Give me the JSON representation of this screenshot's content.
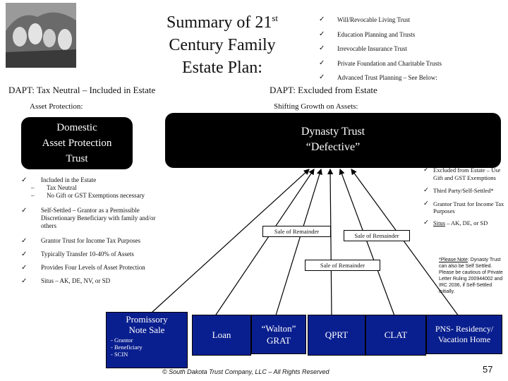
{
  "title": {
    "line1_prefix": "Summary of 21",
    "line1_sup": "st",
    "line2": "Century Family",
    "line3": "Estate Plan:"
  },
  "checklist": [
    "Will/Revocable Living Trust",
    "Education Planning and Trusts",
    "Irrevocable Insurance Trust",
    "Private Foundation and Charitable Trusts",
    "Advanced Trust Planning – See Below:"
  ],
  "dapt_header": "DAPT: Tax Neutral – Included in Estate",
  "excluded_header": "DAPT: Excluded from Estate",
  "asset_protection": "Asset Protection:",
  "shifting_growth": "Shifting Growth on Assets:",
  "domestic_box": {
    "line1": "Domestic",
    "line2": "Asset Protection",
    "line3": "Trust"
  },
  "dynasty_box": {
    "line1": "Dynasty Trust",
    "line2": "“Defective”"
  },
  "left_items": {
    "included": "Included in the Estate",
    "dash1": "Tax Neutral",
    "dash2": "No Gift or GST Exemptions necessary",
    "self_settled": "Self-Settled – Grantor as a Permissible Discretionary Beneficiary with family and/or others",
    "grantor_trust": "Grantor Trust for Income Tax Purposes",
    "transfer": "Typically Transfer 10-40% of Assets",
    "four_levels": "Provides Four Levels of Asset Protection",
    "situs": "Situs – AK, DE, NV, or SD"
  },
  "right_items": {
    "excluded": "Excluded from Estate – Use Gift and GST Exemptions",
    "third_party": "Third Party/Self-Settled*",
    "grantor": "Grantor Trust for Income Tax Purposes",
    "situs_label": "Situs",
    "situs_rest": " – AK, DE, or SD"
  },
  "note": {
    "label": "*Please Note",
    "text": ": Dynasty Trust can also be Self Settled. Please be cautious of Private Letter Ruling 200944002 and IRC 2036, if Self-Settled initially."
  },
  "sale_labels": {
    "left": "Sale of Remainder",
    "right": "Sale of Remainder",
    "center": "Sale of Remainder"
  },
  "promissory": {
    "line1": "Promissory",
    "line2": "Note Sale",
    "bullets": [
      "- Grantor",
      "- Beneficiary",
      "- SCIN"
    ]
  },
  "bottom_boxes": {
    "loan": "Loan",
    "walton1": "“Walton”",
    "walton2": "GRAT",
    "qprt": "QPRT",
    "clat": "CLAT",
    "pns1": "PNS- Residency/",
    "pns2": "Vacation Home"
  },
  "footer": "© South Dakota Trust Company, LLC – All Rights Reserved",
  "page_number": "57",
  "colors": {
    "box_black": "#000000",
    "box_blue": "#0a1f8f",
    "text": "#111111"
  }
}
